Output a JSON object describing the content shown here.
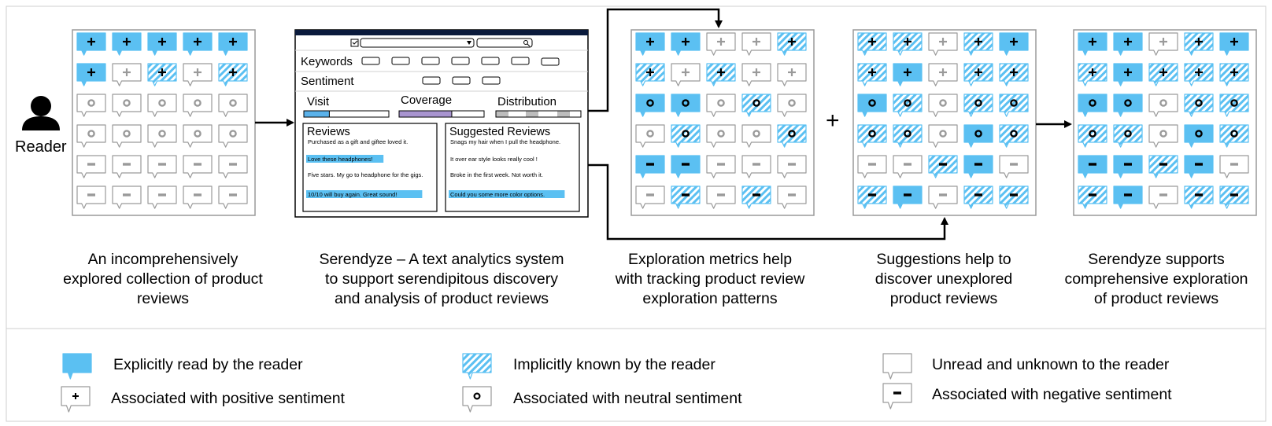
{
  "colors": {
    "read": "#5bc0f2",
    "visit": "#5bb2ea",
    "coverage": "#a894cf",
    "distribution": "#bdbdbd",
    "grey_icon": "#9a9a9a"
  },
  "reader": {
    "label": "Reader",
    "icon": "person-icon"
  },
  "plus_symbol": "+",
  "ui_mockup": {
    "keywords_label": "Keywords",
    "sentiment_label": "Sentiment",
    "metrics": {
      "visit": "Visit",
      "coverage": "Coverage",
      "distribution": "Distribution"
    },
    "metric_levels": {
      "visit": 0.3,
      "coverage": 0.62
    },
    "reviews_title": "Reviews",
    "reviews": [
      {
        "text": "Purchased as a gift and giftee loved it.",
        "highlighted": false
      },
      {
        "text": "Love these headphones!",
        "highlighted": true
      },
      {
        "text": "Five stars. My go to headphone for the gigs.",
        "highlighted": false
      },
      {
        "text": "10/10 will buy again. Great sound!",
        "highlighted": true
      }
    ],
    "suggested_title": "Suggested Reviews",
    "suggested": [
      {
        "text": "Snags my hair when I pull the headphone.",
        "highlighted": false
      },
      {
        "text": "It over ear style looks really cool !",
        "highlighted": false
      },
      {
        "text": "Broke in the first week.  Not worth it.",
        "highlighted": false
      },
      {
        "text": "Could you some more color options.",
        "highlighted": true
      }
    ]
  },
  "panels": [
    {
      "id": "initial",
      "grid": [
        "R+ R+ R+ R+ R+",
        "R+ U+ I+ U+ I+",
        "Uo Uo Uo Uo Uo",
        "Uo Uo Uo Uo Uo",
        "U- U- U- U- U-",
        "U- U- U- U- U-"
      ],
      "caption": [
        "An incomprehensively",
        "explored collection of product",
        "reviews"
      ]
    },
    {
      "id": "system",
      "caption": [
        "Serendyze – A text analytics system",
        "to support serendipitous discovery",
        "and analysis of product reviews"
      ]
    },
    {
      "id": "metrics",
      "grid": [
        "R+ R+ U+ U+ I+",
        "I+ U+ I+ U+ U+",
        "Ro Ro Uo Io Uo",
        "Uo Io Uo Uo Io",
        "R- R- U- U- U-",
        "U- I- U- I- U-"
      ],
      "caption": [
        "Exploration metrics help",
        "with tracking product review",
        "exploration patterns"
      ]
    },
    {
      "id": "suggestions",
      "grid": [
        "I+ I+ U+ I+ R+",
        "I+ R+ U+ I+ I+",
        "Ro Io Uo Io Io",
        "Io Io Uo Ro Io",
        "U- U- I- R- U-",
        "I- R- U- I- I-"
      ],
      "caption": [
        "Suggestions help to",
        "discover unexplored",
        "product reviews"
      ]
    },
    {
      "id": "final",
      "grid": [
        "R+ R+ U+ I+ R+",
        "I+ R+ I+ I+ I+",
        "Ro Ro Uo Io Io",
        "Io Io Uo Ro Io",
        "R- R- I- R- U-",
        "I- R- U- I- I-"
      ],
      "caption": [
        "Serendyze supports",
        "comprehensive exploration",
        "of product reviews"
      ]
    }
  ],
  "legend": [
    {
      "key": "read",
      "label": "Explicitly read by the reader"
    },
    {
      "key": "implicit",
      "label": "Implicitly known by the reader"
    },
    {
      "key": "unread",
      "label": "Unread and unknown to the reader"
    },
    {
      "key": "positive",
      "label": "Associated with positive sentiment"
    },
    {
      "key": "neutral",
      "label": "Associated with neutral sentiment"
    },
    {
      "key": "negative",
      "label": "Associated with negative sentiment"
    }
  ]
}
